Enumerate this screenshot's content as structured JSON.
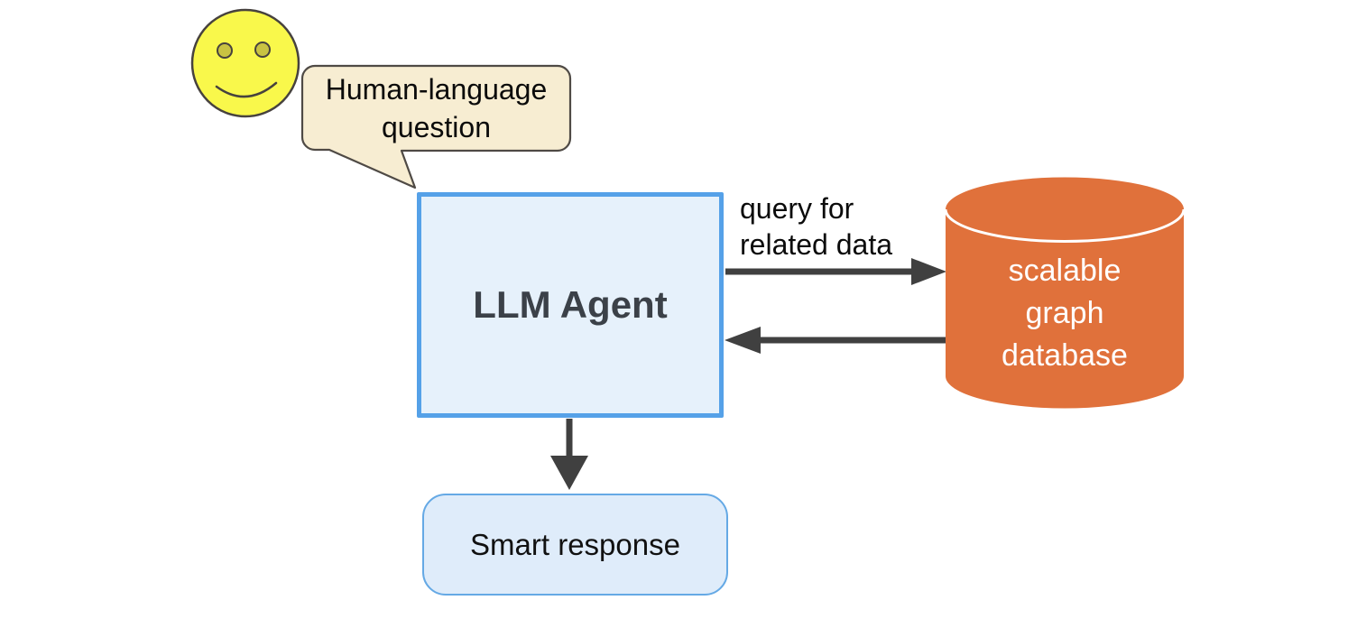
{
  "nodes": {
    "human": {
      "icon": "smiley-face-icon",
      "bubble_text": "Human-language question"
    },
    "llm_agent": {
      "label": "LLM Agent"
    },
    "database": {
      "icon": "database-cylinder-icon",
      "label": "scalable graph database"
    },
    "smart_response": {
      "label": "Smart response"
    }
  },
  "edges": {
    "query": {
      "label": "query for related data",
      "direction": "llm-agent-to-database"
    },
    "return": {
      "direction": "database-to-llm-agent"
    },
    "output": {
      "direction": "llm-agent-to-smart-response"
    }
  },
  "colors": {
    "background": "#FFFFFF",
    "arrow": "#404040",
    "smiley_fill": "#F9F84B",
    "smiley_eye": "#C9C342",
    "smiley_outline": "#47423E",
    "bubble_fill": "#F7EDD2",
    "bubble_border": "#4F4A45",
    "llm_box_fill": "#E6F1FB",
    "llm_box_border": "#55A1E8",
    "llm_label_text": "#3B4148",
    "database_fill": "#E0713B",
    "database_text": "#FFFFFF",
    "response_fill": "#DFECFA",
    "response_border": "#65A9E5",
    "label_text": "#0B0B0B"
  }
}
